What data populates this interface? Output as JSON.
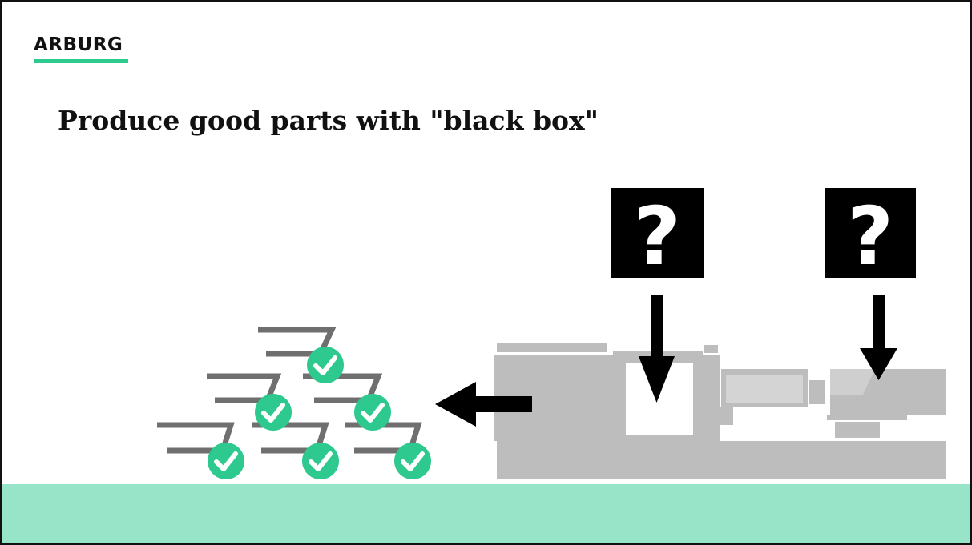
{
  "logo": {
    "text": "ARBURG"
  },
  "title": "Produce good parts with \"black box\"",
  "unknown_boxes": [
    {
      "symbol": "?"
    },
    {
      "symbol": "?"
    }
  ],
  "parts": {
    "count": 6,
    "status": "good"
  },
  "colors": {
    "accent": "#2ec98e",
    "band": "#98e4c8",
    "machine": "#bdbdbd",
    "part_outline": "#6f6f6f",
    "box": "#000000"
  }
}
